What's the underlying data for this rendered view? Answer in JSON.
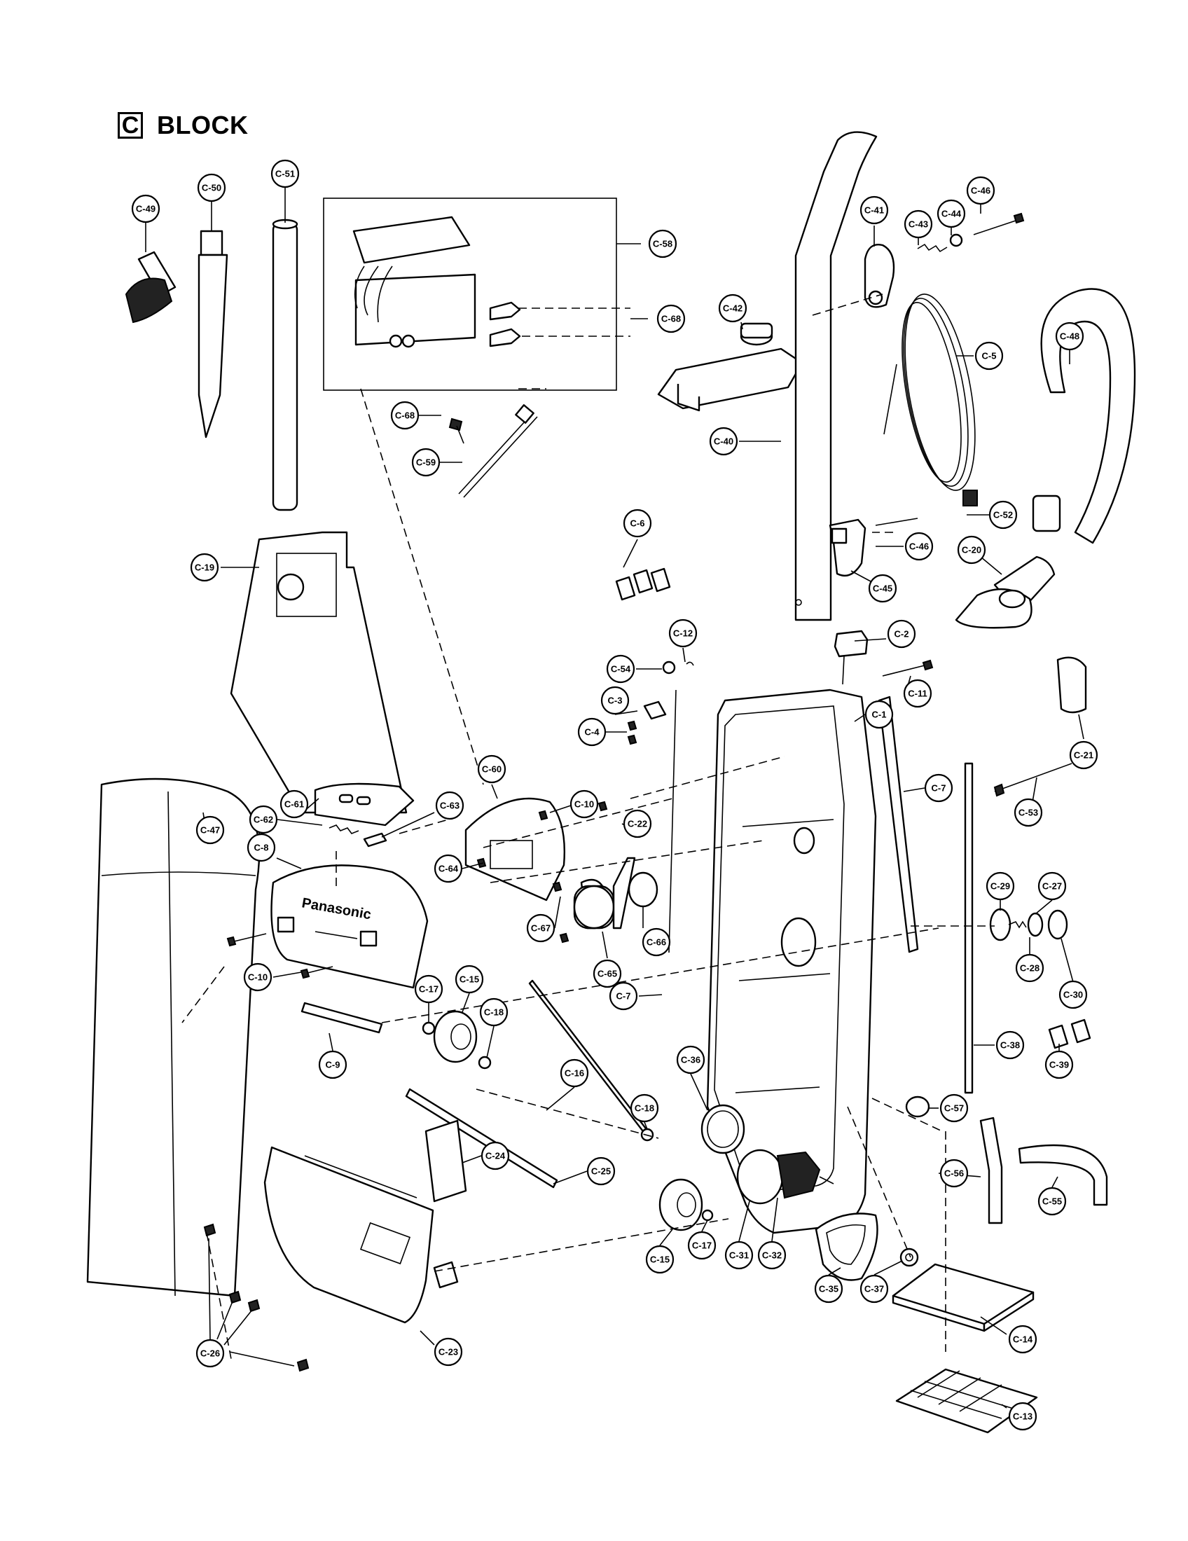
{
  "title": {
    "box_letter": "C",
    "text": "BLOCK"
  },
  "brand_mark": "Panasonic",
  "callouts": [
    {
      "label": "C-49"
    },
    {
      "label": "C-50"
    },
    {
      "label": "C-51"
    },
    {
      "label": "C-58"
    },
    {
      "label": "C-68"
    },
    {
      "label": "C-68"
    },
    {
      "label": "C-59"
    },
    {
      "label": "C-42"
    },
    {
      "label": "C-40"
    },
    {
      "label": "C-41"
    },
    {
      "label": "C-43"
    },
    {
      "label": "C-44"
    },
    {
      "label": "C-46"
    },
    {
      "label": "C-5"
    },
    {
      "label": "C-48"
    },
    {
      "label": "C-52"
    },
    {
      "label": "C-20"
    },
    {
      "label": "C-46"
    },
    {
      "label": "C-45"
    },
    {
      "label": "C-6"
    },
    {
      "label": "C-19"
    },
    {
      "label": "C-12"
    },
    {
      "label": "C-2"
    },
    {
      "label": "C-54"
    },
    {
      "label": "C-11"
    },
    {
      "label": "C-3"
    },
    {
      "label": "C-1"
    },
    {
      "label": "C-4"
    },
    {
      "label": "C-21"
    },
    {
      "label": "C-60"
    },
    {
      "label": "C-10"
    },
    {
      "label": "C-53"
    },
    {
      "label": "C-61"
    },
    {
      "label": "C-47"
    },
    {
      "label": "C-63"
    },
    {
      "label": "C-62"
    },
    {
      "label": "C-22"
    },
    {
      "label": "C-7"
    },
    {
      "label": "C-8"
    },
    {
      "label": "C-64"
    },
    {
      "label": "C-29"
    },
    {
      "label": "C-27"
    },
    {
      "label": "C-67"
    },
    {
      "label": "C-66"
    },
    {
      "label": "C-28"
    },
    {
      "label": "C-65"
    },
    {
      "label": "C-30"
    },
    {
      "label": "C-10"
    },
    {
      "label": "C-7"
    },
    {
      "label": "C-9"
    },
    {
      "label": "C-17"
    },
    {
      "label": "C-15"
    },
    {
      "label": "C-18"
    },
    {
      "label": "C-38"
    },
    {
      "label": "C-39"
    },
    {
      "label": "C-16"
    },
    {
      "label": "C-36"
    },
    {
      "label": "C-57"
    },
    {
      "label": "C-18"
    },
    {
      "label": "C-24"
    },
    {
      "label": "C-25"
    },
    {
      "label": "C-56"
    },
    {
      "label": "C-55"
    },
    {
      "label": "C-17"
    },
    {
      "label": "C-31"
    },
    {
      "label": "C-32"
    },
    {
      "label": "C-15"
    },
    {
      "label": "C-35"
    },
    {
      "label": "C-37"
    },
    {
      "label": "C-26"
    },
    {
      "label": "C-23"
    },
    {
      "label": "C-14"
    },
    {
      "label": "C-13"
    }
  ]
}
